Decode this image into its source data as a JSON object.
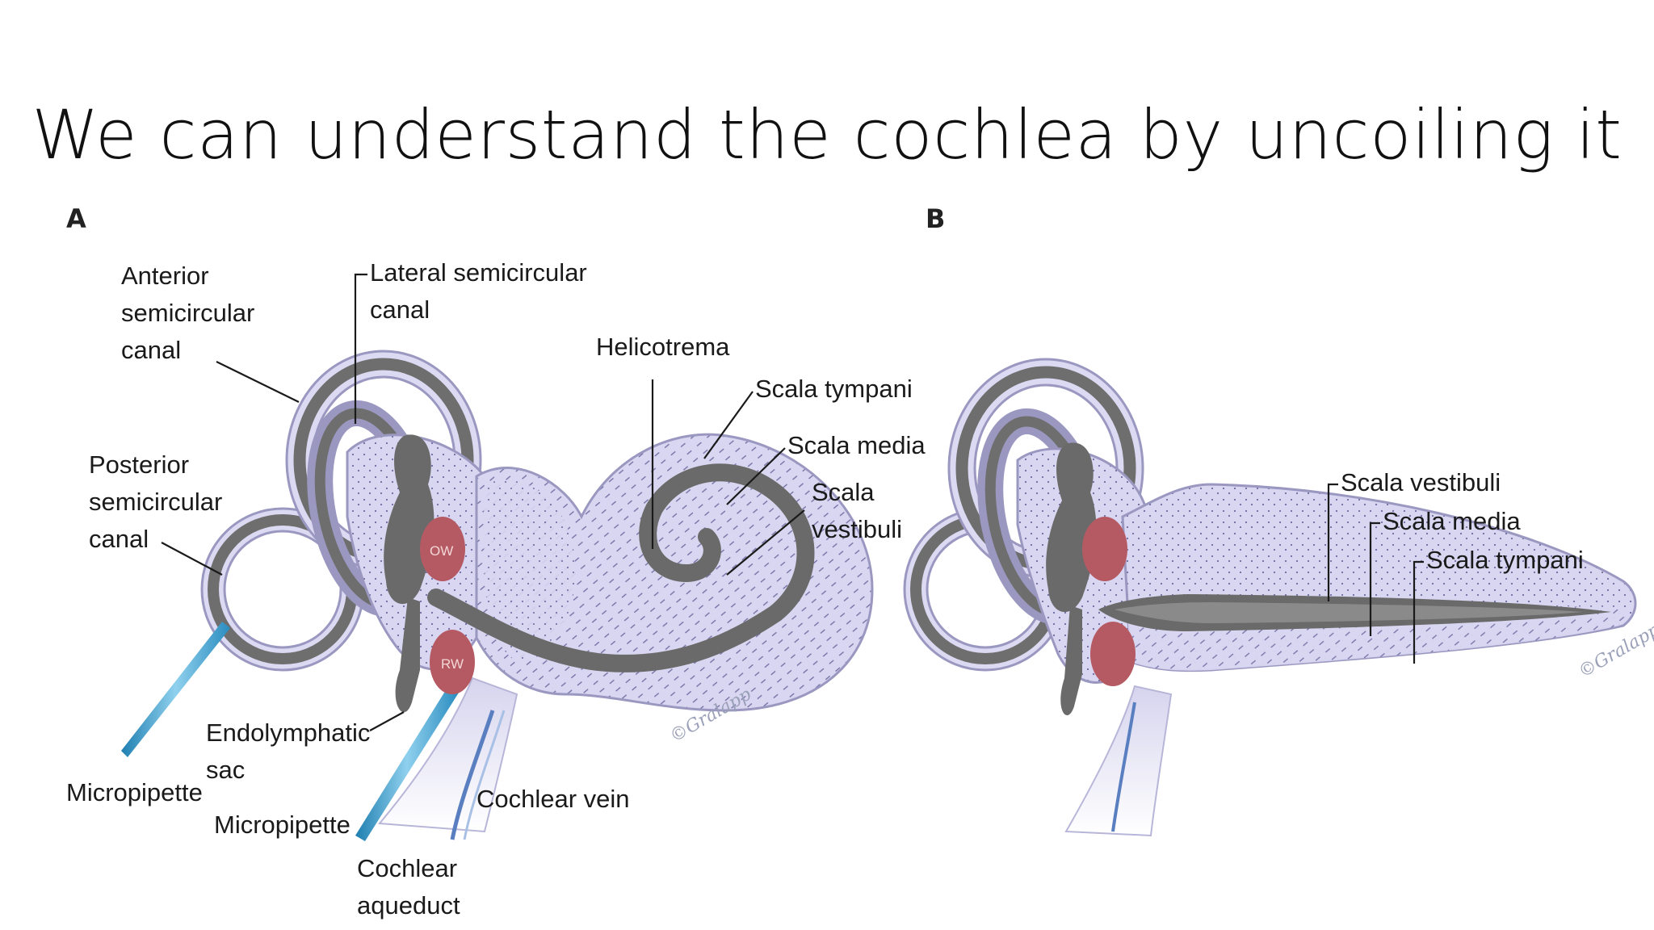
{
  "slide": {
    "title": "We can understand the cochlea by uncoiling it"
  },
  "panel_a": {
    "letter": "A",
    "labels": {
      "anterior_1": "Anterior",
      "anterior_2": "semicircular",
      "anterior_3": "canal",
      "lateral_1": "Lateral semicircular",
      "lateral_2": "canal",
      "helicotrema": "Helicotrema",
      "scala_tympani": "Scala tympani",
      "scala_media": "Scala media",
      "scala_vestibuli_1": "Scala",
      "scala_vestibuli_2": "vestibuli",
      "posterior_1": "Posterior",
      "posterior_2": "semicircular",
      "posterior_3": "canal",
      "endolymphatic_1": "Endolymphatic",
      "endolymphatic_2": "sac",
      "micropipette_1": "Micropipette",
      "micropipette_2": "Micropipette",
      "cochlear_vein": "Cochlear vein",
      "cochlear_aqueduct_1": "Cochlear",
      "cochlear_aqueduct_2": "aqueduct",
      "ow": "OW",
      "rw": "RW",
      "watermark": "©Gralapp"
    }
  },
  "panel_b": {
    "letter": "B",
    "labels": {
      "scala_vestibuli": "Scala vestibuli",
      "scala_media": "Scala media",
      "scala_tympani": "Scala tympani",
      "watermark": "©Gralapp"
    }
  },
  "colors": {
    "membrane": "#d6d4ee",
    "membrane_edge": "#9a98c0",
    "duct": "#6e6e6e",
    "window": "#b55a63",
    "pipette": "#3a9bc9",
    "vein": "#5a7fc0"
  }
}
